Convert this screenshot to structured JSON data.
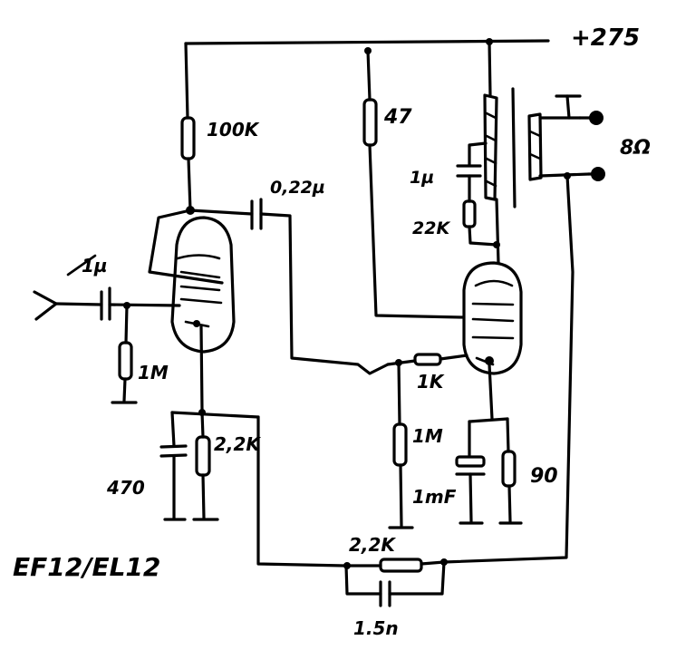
{
  "supply": {
    "voltage_label": "+275"
  },
  "tube_types": {
    "label": "EF12/EL12"
  },
  "stage1": {
    "input_cap_label": "1µ",
    "grid_resistor_label": "1M",
    "plate_resistor_label": "100K",
    "cathode_resistor_label": "2,2K",
    "cathode_cap_label": "470",
    "coupling_cap_label": "0,22µ"
  },
  "stage2": {
    "screen_resistor_label": "47",
    "grid_stopper_label": "1K",
    "grid_leak_label": "1M",
    "cathode_cap_label": "1mF",
    "cathode_resistor_label": "90",
    "snubber_cap_label": "1µ",
    "snubber_resistor_label": "22K"
  },
  "output": {
    "speaker_label": "8Ω"
  },
  "feedback": {
    "resistor_label": "2,2K",
    "cap_label": "1.5n"
  }
}
